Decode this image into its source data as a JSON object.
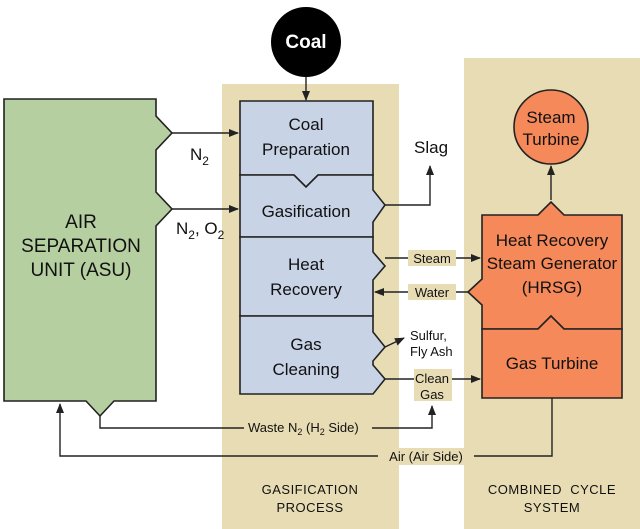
{
  "colors": {
    "panel": "#e8dcb4",
    "asu": "#b6cfa0",
    "process": "#c8d3e6",
    "orange": "#f5895a",
    "coal": "#000000",
    "line": "#222222"
  },
  "coal": {
    "label": "Coal"
  },
  "asu": {
    "line1": "AIR",
    "line2": "SEPARATION",
    "line3": "UNIT (ASU)"
  },
  "process_steps": {
    "coal_prep": {
      "line1": "Coal",
      "line2": "Preparation"
    },
    "gasification": {
      "line1": "Gasification"
    },
    "heat_recovery": {
      "line1": "Heat",
      "line2": "Recovery"
    },
    "gas_cleaning": {
      "line1": "Gas",
      "line2": "Cleaning"
    }
  },
  "combined_cycle": {
    "steam_turbine": {
      "line1": "Steam",
      "line2": "Turbine"
    },
    "hrsg": {
      "line1": "Heat Recovery",
      "line2": "Steam Generator",
      "line3": "(HRSG)"
    },
    "gas_turbine": {
      "line1": "Gas Turbine"
    }
  },
  "flows": {
    "n2": "N",
    "n2_sub": "2",
    "n2o2_a": "N",
    "n2o2_a_sub": "2",
    "n2o2_sep": ", O",
    "n2o2_b_sub": "2",
    "slag": "Slag",
    "steam": "Steam",
    "water": "Water",
    "sulfur_line1": "Sulfur,",
    "sulfur_line2": "Fly Ash",
    "clean_line1": "Clean",
    "clean_line2": "Gas",
    "waste_a": "Waste N",
    "waste_sub": "2",
    "waste_b": " (H",
    "waste_sub2": "2",
    "waste_c": " Side)",
    "air": "Air (Air Side)"
  },
  "captions": {
    "gasification_line1": "GASIFICATION",
    "gasification_line2": "PROCESS",
    "combined_line1": "COMBINED  CYCLE",
    "combined_line2": "SYSTEM"
  }
}
